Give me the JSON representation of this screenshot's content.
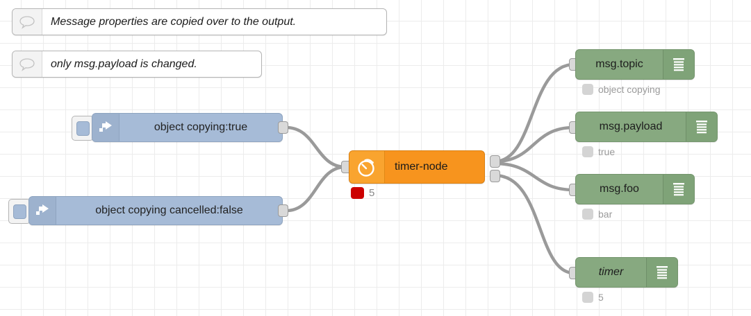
{
  "editor": {
    "name": "node-red-flow-canvas",
    "background": "#ffffff",
    "grid_color": "#ececec",
    "wire_color": "#999999"
  },
  "palette": {
    "comment_bg": "#ffffff",
    "inject_bg": "#a6bbd7",
    "timer_bg": "#f7941e",
    "debug_bg": "#87a980",
    "status_red": "#cc0000",
    "status_grey": "#d4d4d4",
    "port_grey": "#d9d9d9"
  },
  "comments": [
    {
      "text": "Message properties are copied over to the output.",
      "icon": "comment-bubble-icon"
    },
    {
      "text": "only msg.payload is changed.",
      "icon": "comment-bubble-icon"
    }
  ],
  "inject_nodes": [
    {
      "label": "object copying:true",
      "icon": "inject-arrow-icon",
      "button": "inject-trigger-button"
    },
    {
      "label": "object copying cancelled:false",
      "icon": "inject-arrow-icon",
      "button": "inject-trigger-button"
    }
  ],
  "timer_node": {
    "label": "timer-node",
    "icon": "stopwatch-icon",
    "inputs": 1,
    "outputs": 2,
    "status": {
      "text": "5",
      "color": "#cc0000",
      "shape": "dot"
    }
  },
  "debug_nodes": [
    {
      "label": "msg.topic",
      "icon": "debug-list-icon",
      "italic": false,
      "toggle": "debug-enable-toggle",
      "status": "object copying"
    },
    {
      "label": "msg.payload",
      "icon": "debug-list-icon",
      "italic": false,
      "toggle": "debug-enable-toggle",
      "status": "true"
    },
    {
      "label": "msg.foo",
      "icon": "debug-list-icon",
      "italic": false,
      "toggle": "debug-enable-toggle",
      "status": "bar"
    },
    {
      "label": "timer",
      "icon": "debug-list-icon",
      "italic": true,
      "toggle": "debug-enable-toggle",
      "status": "5"
    }
  ]
}
